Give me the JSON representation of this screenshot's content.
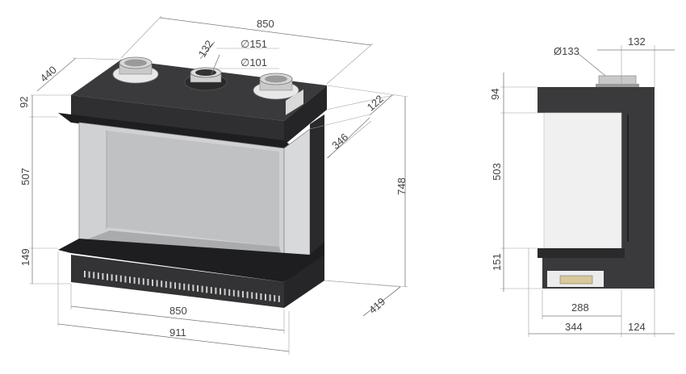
{
  "left_view": {
    "dims": {
      "width_top": "850",
      "depth_top": "440",
      "pipe_offset": "132",
      "dia_outer": "∅151",
      "dia_inner": "∅101",
      "top_height": "92",
      "glass_height": "507",
      "base_height": "149",
      "overall_height": "748",
      "right_top_depth": "122",
      "right_glass_depth": "346",
      "bottom_depth": "419",
      "bottom_width_inner": "850",
      "bottom_width_outer": "911"
    }
  },
  "right_view": {
    "dims": {
      "top_width": "132",
      "pipe_dia": "Ø133",
      "top_height": "94",
      "glass_height": "503",
      "base_height": "151",
      "base_inner": "288",
      "base_left": "344",
      "base_right": "124"
    }
  },
  "colors": {
    "body_dark": "#3a3a3c",
    "body_darker": "#2b2b2d",
    "glass": "#cfd1d3",
    "glass_back": "#bfc1c3",
    "pipe": "#c9c9c9",
    "line": "#7a7a7a"
  }
}
